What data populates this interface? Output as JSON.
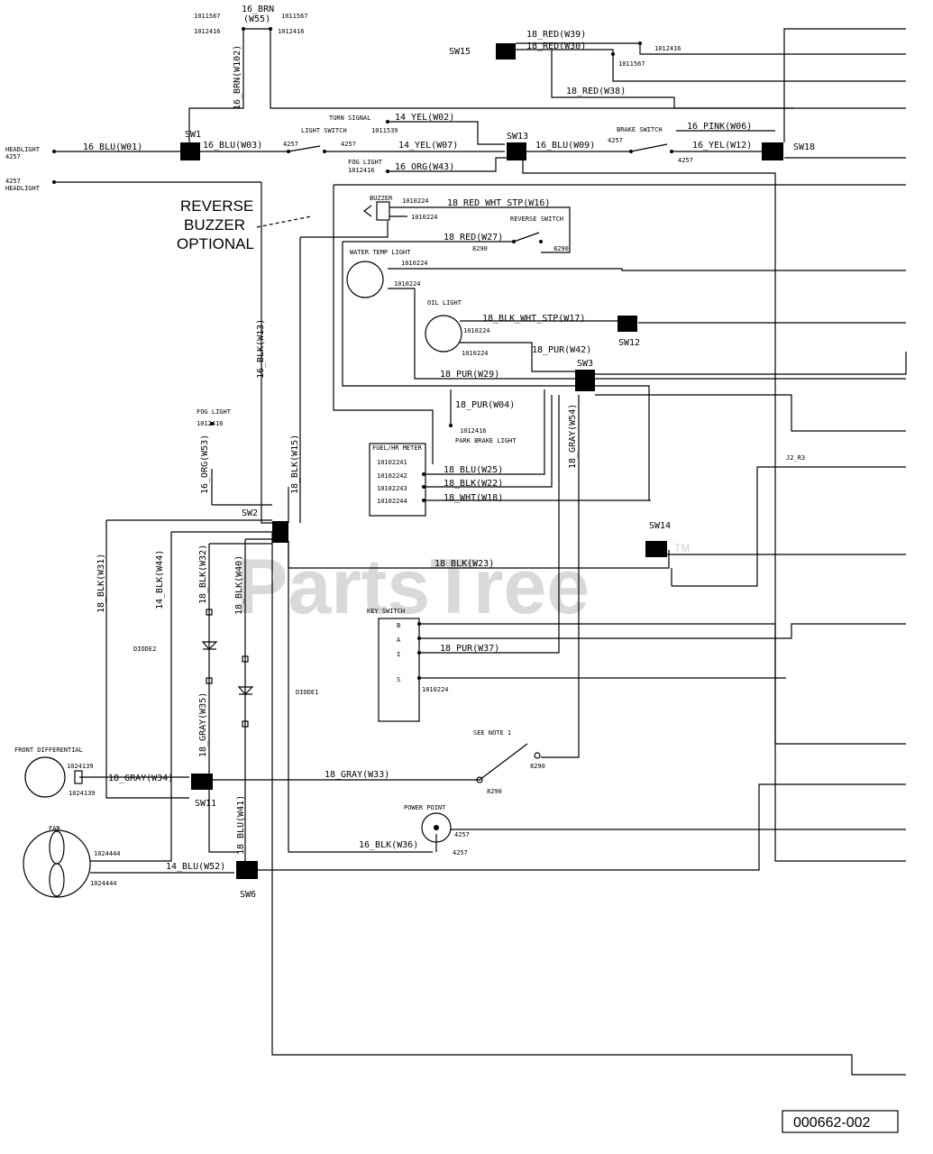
{
  "connectors": {
    "sw1": "SW1",
    "sw2": "SW2",
    "sw3": "SW3",
    "sw6": "SW6",
    "sw11": "SW11",
    "sw12": "SW12",
    "sw13": "SW13",
    "sw14": "SW14",
    "sw15": "SW15",
    "sw18": "SW18"
  },
  "wires": {
    "w55_a": "16_BRN",
    "w55_b": "(W55)",
    "w102": "16_BRN(W102)",
    "w01": "16_BLU(W01)",
    "w03": "16_BLU(W03)",
    "w02": "14_YEL(W02)",
    "w07": "14_YEL(W07)",
    "w43": "16_ORG(W43)",
    "w09": "16_BLU(W09)",
    "w06": "16_PINK(W06)",
    "w12": "16_YEL(W12)",
    "w39": "18_RED(W39)",
    "w30": "18_RED(W30)",
    "w38": "18_RED(W38)",
    "w16": "18_RED_WHT_STP(W16)",
    "w27": "18_RED(W27)",
    "w17": "18_BLK_WHT_STP(W17)",
    "w42": "18_PUR(W42)",
    "w29": "18_PUR(W29)",
    "w04": "18_PUR(W04)",
    "w13": "16_BLK(W13)",
    "w53": "16_ORG(W53)",
    "w15": "18_BLK(W15)",
    "w25": "18_BLU(W25)",
    "w22": "18_BLK(W22)",
    "w18": "18_WHT(W18)",
    "w54": "18_GRAY(W54)",
    "w23": "18_BLK(W23)",
    "w37": "18_PUR(W37)",
    "w31": "18_BLK(W31)",
    "w44": "14_BLK(W44)",
    "w32": "18_BLK(W32)",
    "w40": "18_BLK(W40)",
    "w35": "18_GRAY(W35)",
    "w41": "18_BLU(W41)",
    "w34": "18_GRAY(W34)",
    "w33": "18_GRAY(W33)",
    "w36": "16_BLK(W36)",
    "w52": "14_BLU(W52)"
  },
  "parts": {
    "p1011567_a": "1011567",
    "p1012416_a": "1012416",
    "p1011567_b": "1011567",
    "p1012416_b": "1012416",
    "headlight_l1": "HEADLIGHT",
    "headlight_l2": "4257",
    "headlight_r1": "4257",
    "headlight_r2": "HEADLIGHT",
    "light_switch": "LIGHT SWITCH",
    "p4257_a": "4257",
    "p4257_b": "4257",
    "turn_signal": "TURN SIGNAL",
    "p1011539": "1011539",
    "fog_light_1": "FOG LIGHT",
    "p1012416_c": "1012416",
    "brake_switch": "BRAKE SWITCH",
    "p4257_c": "4257",
    "p4257_d": "4257",
    "p1012416_d": "1012416",
    "p1011567_c": "1011567",
    "buzzer": "BUZZER",
    "p1010224_a": "1010224",
    "p1010224_b": "1010224",
    "reverse_switch": "REVERSE SWITCH",
    "p8290_a": "8290",
    "p8290_b": "8290",
    "water_temp_light": "WATER TEMP LIGHT",
    "p1010224_c": "1010224",
    "p1010224_d": "1010224",
    "oil_light": "OIL LIGHT",
    "p1010224_e": "1010224",
    "p1010224_f": "1010224",
    "p1012416_e": "1012416",
    "park_brake_light": "PARK BRAKE LIGHT",
    "fog_light_2": "FOG LIGHT",
    "p1012416_f": "1012416",
    "fuel_hr_meter": "FUEL/HR METER",
    "m1": "10102241",
    "m2": "10102242",
    "m3": "10102243",
    "m4": "10102244",
    "j2r3": "J2_R3",
    "key_switch": "KEY SWITCH",
    "key_b": "B",
    "key_a": "A",
    "key_i": "I",
    "key_s": "S",
    "p1010224_g": "1010224",
    "diode2": "DIODE2",
    "diode1": "DIODE1",
    "see_note": "SEE NOTE 1",
    "p8290_c": "8290",
    "p8290_d": "8290",
    "front_diff": "FRONT DIFFERENTIAL",
    "p1024139_a": "1024139",
    "p1024139_b": "1024139",
    "power_point": "POWER POINT",
    "p4257_e": "4257",
    "p4257_f": "4257",
    "fan": "FAN",
    "p1024444_a": "1024444",
    "p1024444_b": "1024444"
  },
  "callout": {
    "l1": "REVERSE",
    "l2": "BUZZER",
    "l3": "OPTIONAL"
  },
  "watermark": {
    "text": "PartsTree",
    "tm": "TM"
  },
  "drawing_number": "000662-002"
}
